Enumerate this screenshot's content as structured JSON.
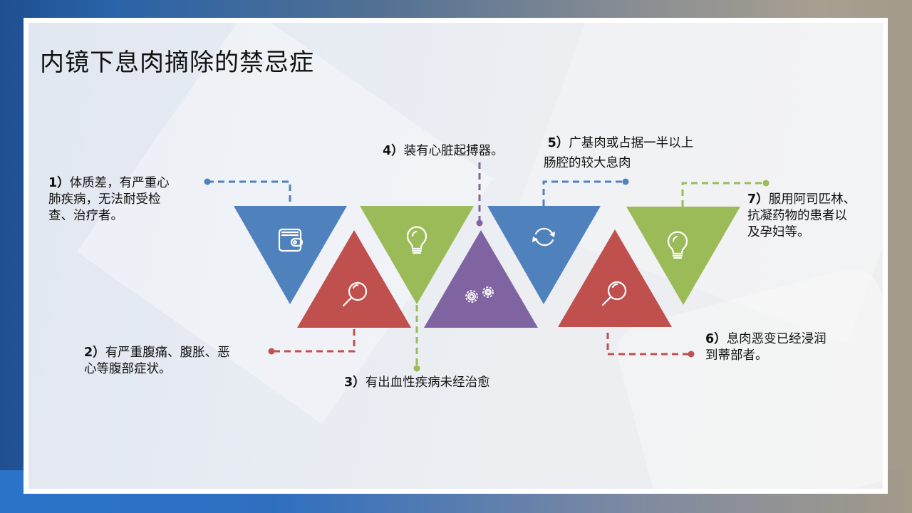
{
  "slide": {
    "title": "内镜下息肉摘除的禁忌症"
  },
  "colors": {
    "blue": "#4f81bd",
    "red": "#c0504d",
    "green": "#9bbb59",
    "purple": "#8064a2"
  },
  "items": [
    {
      "num": "1）",
      "text_lines": [
        "体质差，有严重心",
        "肺疾病，无法耐受检",
        "查、治疗者。"
      ],
      "color": "blue",
      "icon": "wallet-icon"
    },
    {
      "num": "2）",
      "text_lines": [
        "有严重腹痛、腹胀、恶",
        "心等腹部症状。"
      ],
      "color": "red",
      "icon": "magnifier-icon"
    },
    {
      "num": "3）",
      "text_lines": [
        "有出血性疾病未经治愈"
      ],
      "color": "green",
      "icon": "lightbulb-icon"
    },
    {
      "num": "4）",
      "text_lines": [
        "装有心脏起搏器。"
      ],
      "color": "purple",
      "icon": "gears-icon"
    },
    {
      "num": "5）",
      "text_lines": [
        "广基肉或占据一半以上",
        "肠腔的较大息肉"
      ],
      "color": "blue",
      "icon": "refresh-icon"
    },
    {
      "num": "6）",
      "text_lines": [
        "息肉恶变已经浸润",
        "到蒂部者。"
      ],
      "color": "red",
      "icon": "magnifier-icon"
    },
    {
      "num": "7）",
      "text_lines": [
        "服用阿司匹林、",
        "抗凝药物的患者以",
        "及孕妇等。"
      ],
      "color": "green",
      "icon": "lightbulb-icon"
    }
  ]
}
